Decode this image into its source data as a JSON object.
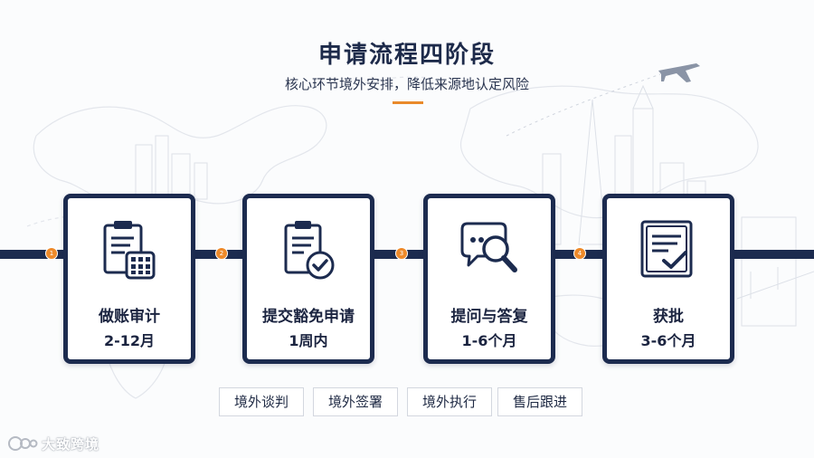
{
  "header": {
    "title": "申请流程四阶段",
    "subtitle": "核心环节境外安排，降低来源地认定风险"
  },
  "steps": [
    {
      "number": "1",
      "name": "做账审计",
      "duration": "2-12月"
    },
    {
      "number": "2",
      "name": "提交豁免申请",
      "duration": "1周内"
    },
    {
      "number": "3",
      "name": "提问与答复",
      "duration": "1-6个月"
    },
    {
      "number": "4",
      "name": "获批",
      "duration": "3-6个月"
    }
  ],
  "tags": [
    "境外谈判",
    "境外签署",
    "境外执行",
    "售后跟进"
  ],
  "watermark": {
    "text": "大致跨境"
  },
  "colors": {
    "navy": "#1c2b4f",
    "accent_orange": "#e98a2b",
    "background": "#fbfcfd"
  },
  "icons": [
    "clipboard-calculator-icon",
    "document-check-icon",
    "chat-magnifier-icon",
    "approved-document-icon",
    "airplane-icon"
  ]
}
